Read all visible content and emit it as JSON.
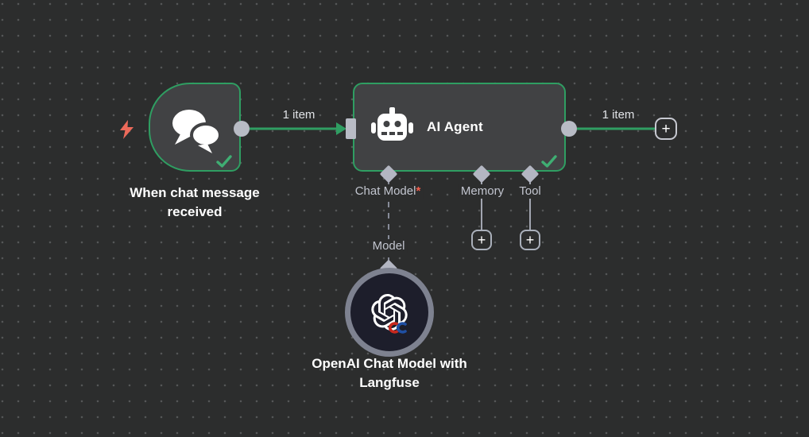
{
  "canvas": {
    "background_color": "#2c2d2d",
    "accent_green": "#2f9e62",
    "connector_gray": "#b8bbc5"
  },
  "nodes": {
    "trigger": {
      "label": "When chat message received",
      "icon": "chat-bubbles-icon",
      "status": "success"
    },
    "agent": {
      "title": "AI Agent",
      "icon": "robot-icon",
      "status": "success",
      "ports": [
        {
          "label": "Chat Model",
          "required": "*"
        },
        {
          "label": "Memory"
        },
        {
          "label": "Tool"
        }
      ]
    },
    "model": {
      "label": "OpenAI Chat Model with Langfuse",
      "icon": "openai-logo-icon",
      "port_label": "Model"
    }
  },
  "connections": {
    "trigger_to_agent": {
      "label": "1 item"
    },
    "agent_output": {
      "label": "1 item"
    }
  },
  "icons": {
    "plus": "+"
  }
}
